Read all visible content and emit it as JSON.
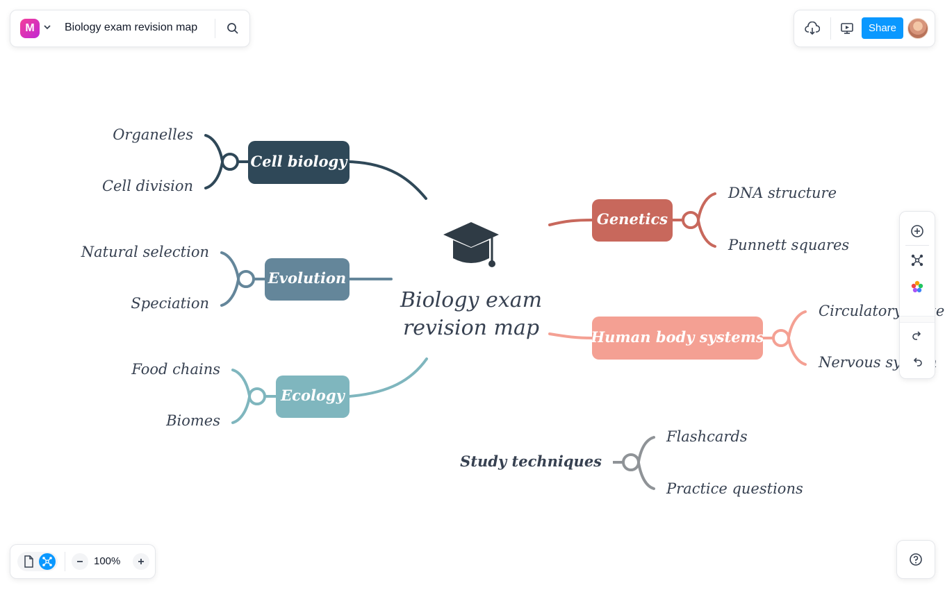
{
  "app": {
    "title": "Biology exam revision map",
    "logo_letter": "M",
    "share_label": "Share",
    "zoom": "100%"
  },
  "icons": {
    "logo": "mindmeister-logo-icon",
    "menu": "chevron-down-icon",
    "search": "search-icon",
    "download": "cloud-download-icon",
    "present": "presentation-icon",
    "add_topic": "add-circle-icon",
    "connect": "connect-icon",
    "theme": "color-palette-icon",
    "redo": "redo-icon",
    "undo": "undo-icon",
    "outline": "document-icon",
    "mindmap": "mindmap-icon",
    "zoom_out": "minus-icon",
    "zoom_in": "plus-icon",
    "help": "help-icon",
    "central": "graduation-cap-icon"
  },
  "map": {
    "central": "Biology exam\nrevision map",
    "central_line1": "Biology exam",
    "central_line2": "revision map",
    "branches": [
      {
        "label": "Cell biology",
        "color": "#2f4858",
        "children": [
          "Organelles",
          "Cell division"
        ]
      },
      {
        "label": "Evolution",
        "color": "#64869a",
        "children": [
          "Natural selection",
          "Speciation"
        ]
      },
      {
        "label": "Ecology",
        "color": "#7fb6be",
        "children": [
          "Food chains",
          "Biomes"
        ]
      },
      {
        "label": "Genetics",
        "color": "#c8685c",
        "children": [
          "DNA structure",
          "Punnett squares"
        ]
      },
      {
        "label": "Human body systems",
        "color": "#f4a093",
        "children": [
          "Circulatory system",
          "Nervous system"
        ]
      },
      {
        "label": "Study techniques",
        "color": "#8f9397",
        "children": [
          "Flashcards",
          "Practice questions"
        ]
      }
    ]
  },
  "colors": {
    "accent": "#0a98ff",
    "text": "#1f2937"
  }
}
